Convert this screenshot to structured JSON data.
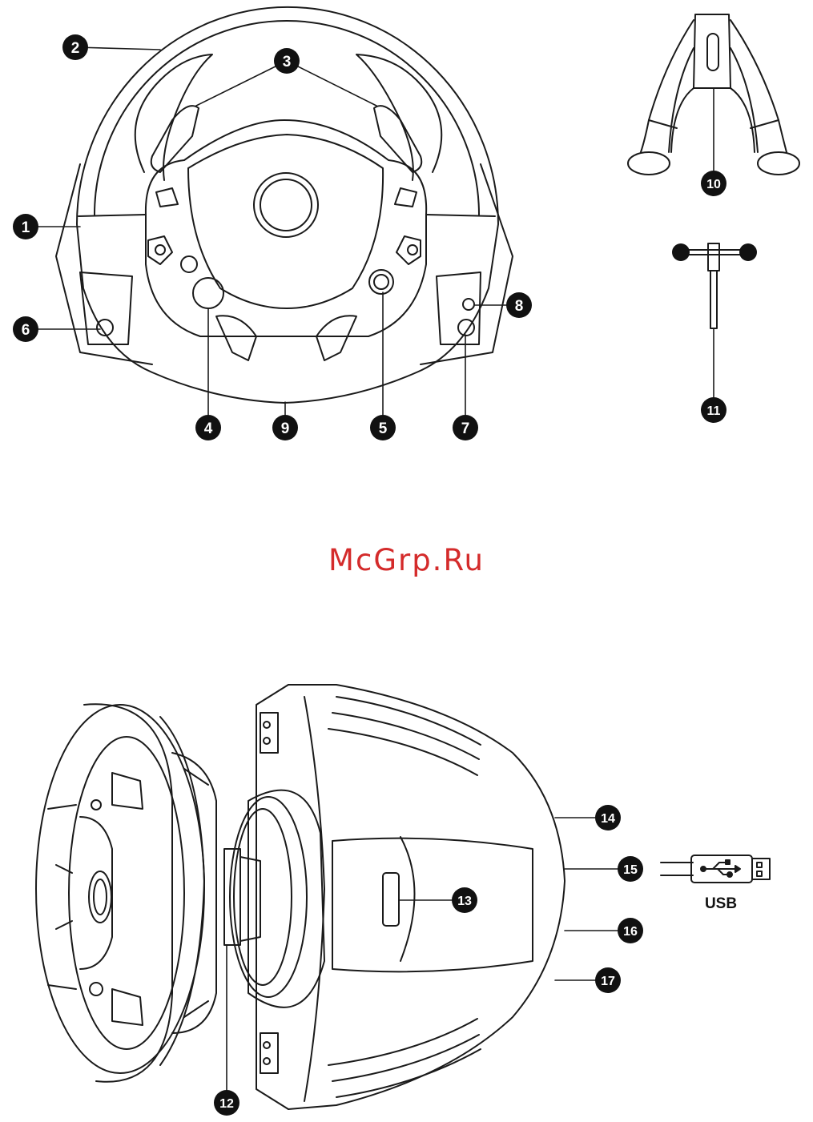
{
  "watermark": {
    "text": "McGrp.Ru",
    "color": "#d42b2b"
  },
  "callouts": {
    "c1": "1",
    "c2": "2",
    "c3": "3",
    "c4": "4",
    "c5": "5",
    "c6": "6",
    "c7": "7",
    "c8": "8",
    "c9": "9",
    "c10": "10",
    "c11": "11",
    "c12": "12",
    "c13": "13",
    "c14": "14",
    "c15": "15",
    "c16": "16",
    "c17": "17"
  },
  "usb": {
    "label": "USB"
  },
  "colors": {
    "line": "#1a1a1a",
    "callout_fill": "#111111",
    "background": "#ffffff"
  }
}
